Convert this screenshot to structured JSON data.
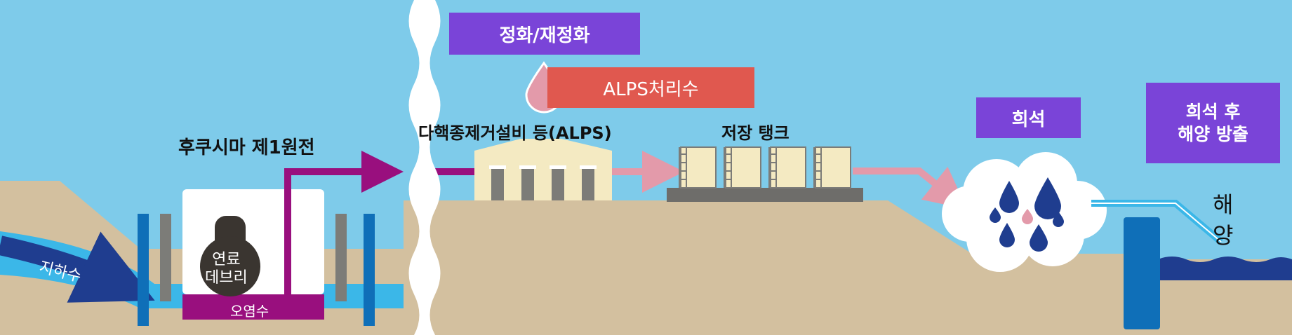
{
  "colors": {
    "sky": "#7ecbea",
    "ground": "#d3c09f",
    "purple_box": "#7a44d8",
    "alps_box": "#e0584f",
    "pipe_magenta": "#990f7e",
    "pipe_pink": "#e39aaa",
    "groundwater_dark": "#1f3d8f",
    "groundwater_light": "#3bb7e8",
    "pillar_blue": "#0f6fb8",
    "sea": "#1f3d8f"
  },
  "labels": {
    "purification": "정화/재정화",
    "alps_water": "ALPS처리수",
    "alps_facility": "다핵종제거설비 등(ALPS)",
    "storage_tank": "저장 탱크",
    "dilution": "희석",
    "release": "희석 후\n해양 방출",
    "plant": "후쿠시마 제1원전",
    "groundwater": "지하수",
    "fuel_debris": "연료\n데브리",
    "contaminated_water": "오염수",
    "ocean": "해\n양"
  },
  "icons": [
    "water-drop-icon",
    "alps-building-icon",
    "storage-tank-icon",
    "dilution-cloud-icon",
    "reactor-icon",
    "wave-break-icon"
  ]
}
